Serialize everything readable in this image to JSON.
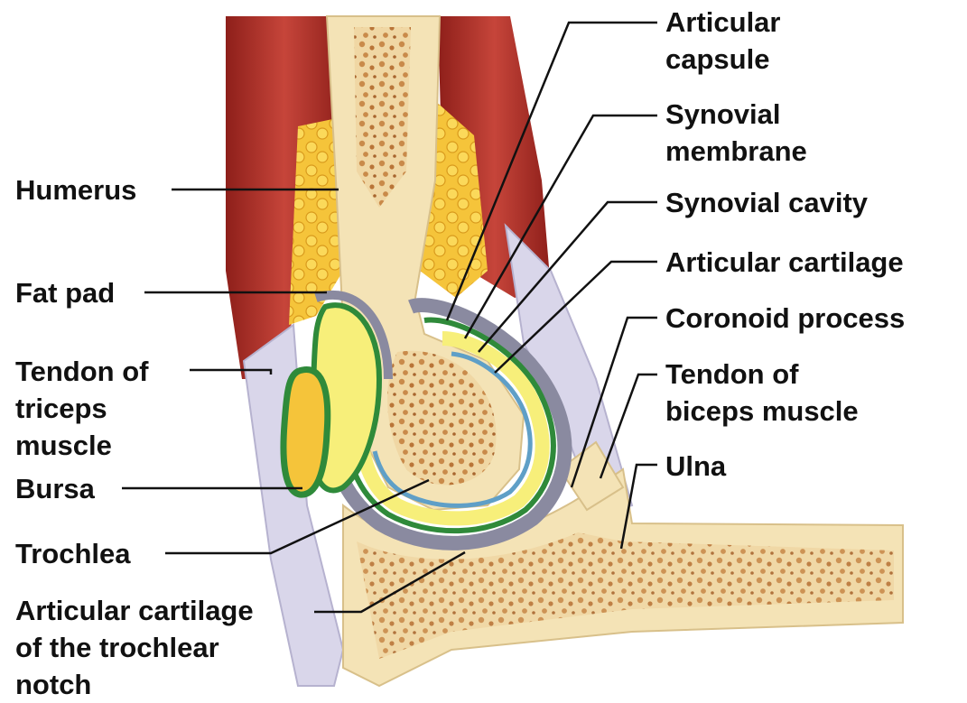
{
  "diagram": {
    "labels_left": {
      "humerus": "Humerus",
      "fat_pad": "Fat pad",
      "tendon_triceps": [
        "Tendon of",
        "triceps",
        "muscle"
      ],
      "bursa": "Bursa",
      "trochlea": "Trochlea",
      "articular_cartilage_trochlear_notch": [
        "Articular cartilage",
        "of the trochlear",
        "notch"
      ]
    },
    "labels_right": {
      "articular_capsule": [
        "Articular",
        "capsule"
      ],
      "synovial_membrane": [
        "Synovial",
        "membrane"
      ],
      "synovial_cavity": "Synovial cavity",
      "articular_cartilage": "Articular cartilage",
      "coronoid_process": "Coronoid process",
      "tendon_biceps": [
        "Tendon of",
        "biceps muscle"
      ],
      "ulna": "Ulna"
    },
    "colors": {
      "muscle": "#b8322a",
      "muscle_dark": "#8e1f1a",
      "fat": "#f2c230",
      "bone": "#f4e3b6",
      "spongy_bone": "#c98a4a",
      "tendon": "#d9d6ea",
      "capsule_gray": "#8a8aa0",
      "synovial_green": "#2f8a3a",
      "cartilage_blue": "#5f9fc7",
      "cavity_yellow": "#f7ef7a",
      "leader": "#111111"
    }
  }
}
